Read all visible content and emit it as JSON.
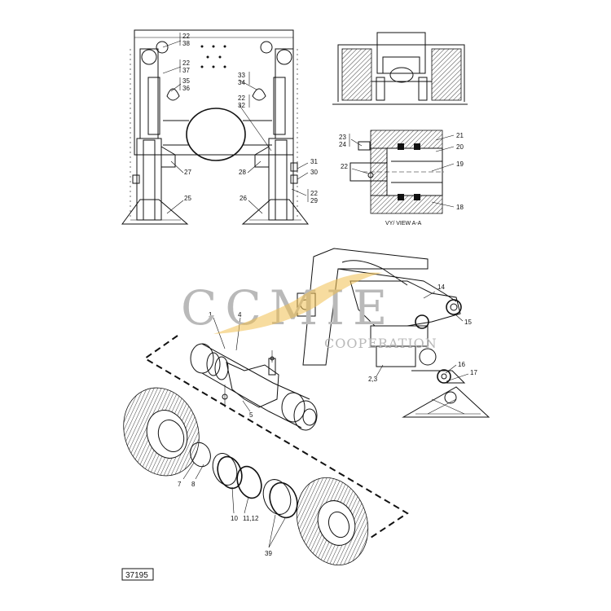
{
  "figure_number": "37195",
  "section_caption": "VY/ VIEW A-A",
  "watermark": {
    "main": "CCMIE",
    "sub": "COOPERATION"
  },
  "callouts": {
    "c22a": "22",
    "c38": "38",
    "c22b": "22",
    "c37": "37",
    "c35": "35",
    "c36": "36",
    "c33": "33",
    "c34": "34",
    "c22c": "22",
    "c32": "32",
    "c27": "27",
    "c28": "28",
    "c31": "31",
    "c30": "30",
    "c22d": "22",
    "c29": "29",
    "c25": "25",
    "c26": "26",
    "c23": "23",
    "c24": "24",
    "c21": "21",
    "c20": "20",
    "c22e": "22",
    "c19": "19",
    "c18": "18",
    "c1": "1",
    "c4": "4",
    "c14": "14",
    "c15": "15",
    "c16": "16",
    "c17": "17",
    "c23b": "2,3",
    "c5": "5",
    "c7": "7",
    "c8": "8",
    "c10": "10",
    "c1112": "11,12",
    "c39": "39"
  }
}
